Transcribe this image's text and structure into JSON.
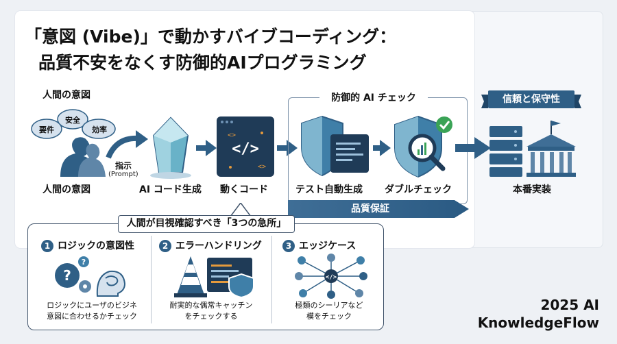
{
  "title": {
    "line1": "「意図 (Vibe)」で動かすバイブコーディング：",
    "line2": "品質不安をなくす防御的AIプログラミング"
  },
  "flow": {
    "human_heading": "人間の意図",
    "bubbles": [
      "要件",
      "安全",
      "効率"
    ],
    "human_label": "人間の意図",
    "instruction_label": "指示",
    "instruction_sub": "(Prompt)",
    "ai_label": "AI コード生成",
    "code_label": "動くコード",
    "check_title": "防御的 AI チェック",
    "test_label": "テスト自動生成",
    "double_label": "ダブルチェック",
    "quality_label": "品質保証",
    "banner": "信頼と保守性",
    "prod_label": "本番実装"
  },
  "review": {
    "title": "人間が目視確認すべき「3つの急所」",
    "items": [
      {
        "num": "1",
        "title": "ロジックの意図性",
        "line1": "ロジックにユーザのビジネ",
        "line2": "意図に合わせるかチェック"
      },
      {
        "num": "2",
        "title": "エラーハンドリング",
        "line1": "耐実的な偶常キャッチン",
        "line2": "をチェックする"
      },
      {
        "num": "3",
        "title": "エッジケース",
        "line1": "極類のシーリアなど",
        "line2": "模をチェック"
      }
    ]
  },
  "brand": {
    "line1": "2025 AI",
    "line2": "KnowledgeFlow"
  },
  "colors": {
    "primary": "#2f5f86",
    "accent": "#3f6e96",
    "teal": "#4aa3b8",
    "green": "#3aa356"
  }
}
